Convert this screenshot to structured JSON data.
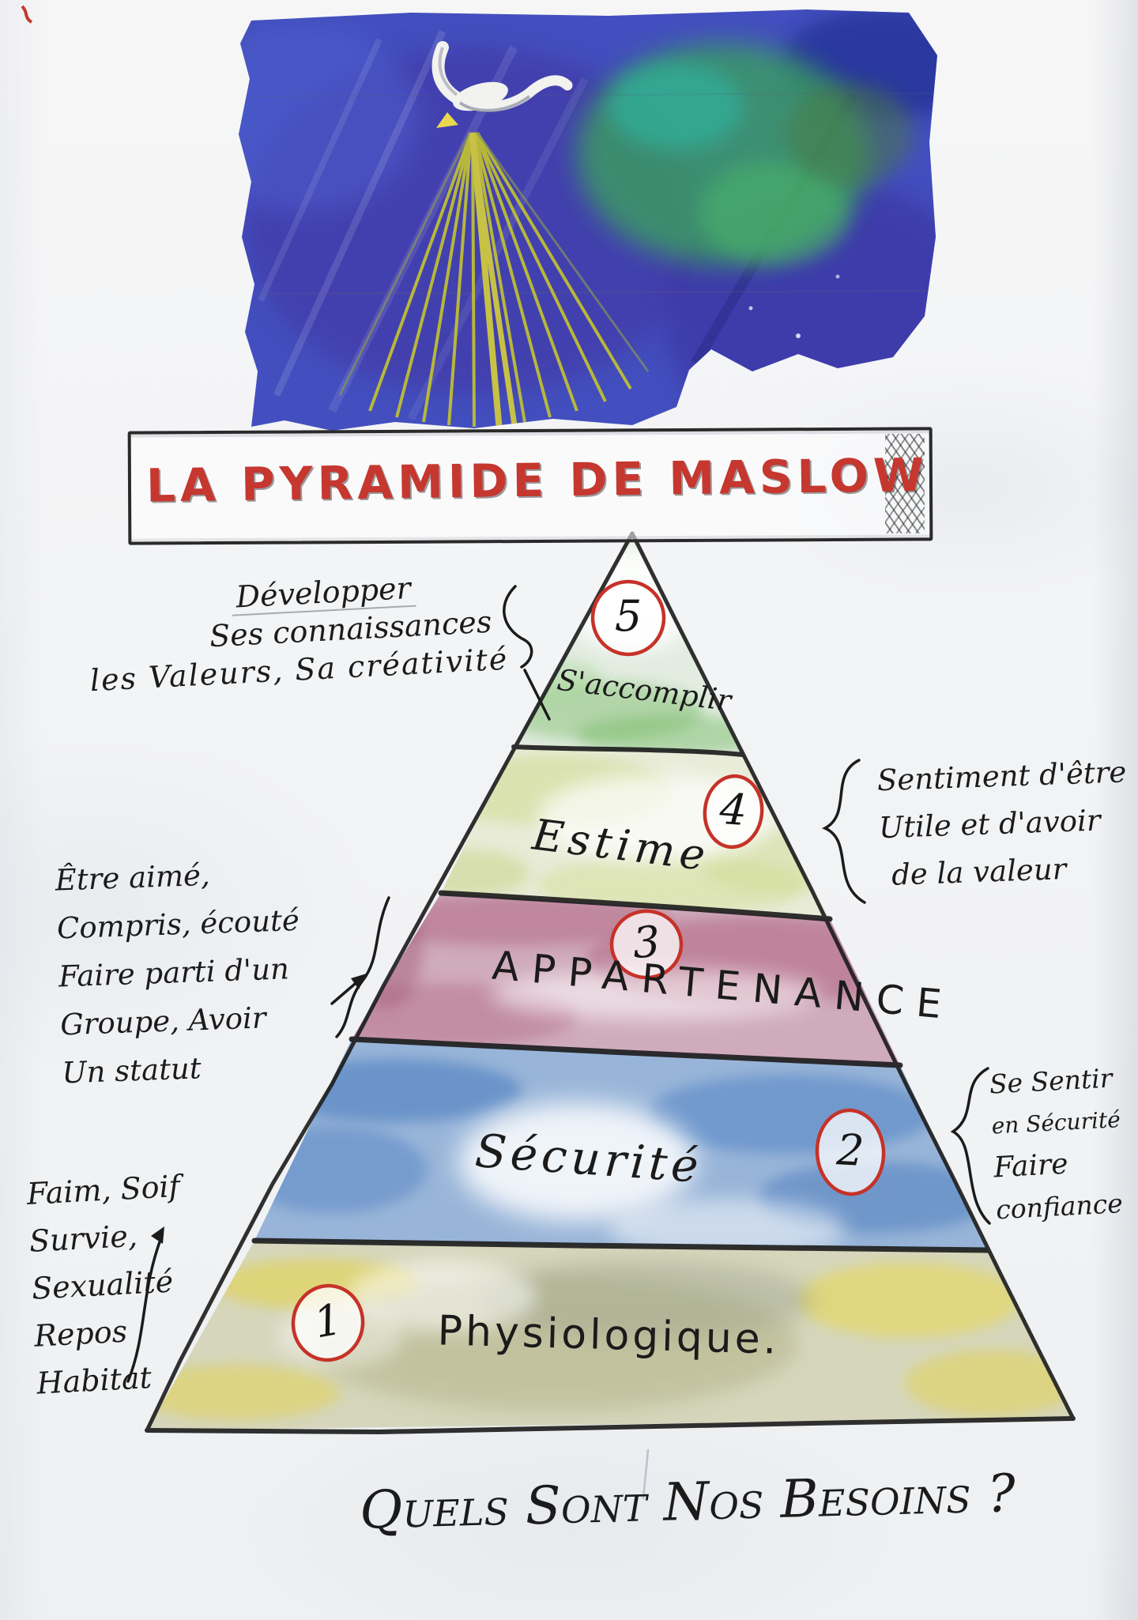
{
  "page": {
    "background_color": "#f4f4f6"
  },
  "artwork": {
    "sky_color": "#3340b8",
    "green_patch_color": "#3aa55a",
    "ray_color": "#c4c42e",
    "bird_color": "#ffffff"
  },
  "title": {
    "text": "LA PYRAMIDE DE MASLOW",
    "color": "#c5372f"
  },
  "pyramid": {
    "outline_color": "#1f1f1f",
    "circle_color": "#c63228",
    "levels": [
      {
        "number": "5",
        "label": "S'accomplir",
        "color": "#9ccd8a"
      },
      {
        "number": "4",
        "label": "Estime",
        "color": "#d5dd9b"
      },
      {
        "number": "3",
        "label": "APPARTENANCE",
        "color": "#b5718d"
      },
      {
        "number": "2",
        "label": "Sécurité",
        "color": "#5d8cc6"
      },
      {
        "number": "1",
        "label": "Physiologique.",
        "color": "#bcbc86"
      }
    ]
  },
  "annotations": {
    "level5_left": {
      "lines": [
        "Développer",
        "Ses connaissances",
        "les Valeurs, Sa créativité"
      ]
    },
    "level4_right": {
      "lines": [
        "Sentiment d'être",
        "Utile et d'avoir",
        "de la valeur"
      ]
    },
    "level3_left": {
      "lines": [
        "Être aimé,",
        "Compris, écouté",
        "Faire parti d'un",
        "Groupe, Avoir",
        "Un statut"
      ]
    },
    "level2_right": {
      "lines": [
        "Se Sentir",
        "en Sécurité",
        "Faire",
        "confiance"
      ]
    },
    "level1_left": {
      "lines": [
        "Faim, Soif",
        "Survie,",
        "Sexualité",
        "Repos",
        "Habitat"
      ]
    }
  },
  "footer": {
    "question": "Quels Sont Nos Besoins ?"
  }
}
